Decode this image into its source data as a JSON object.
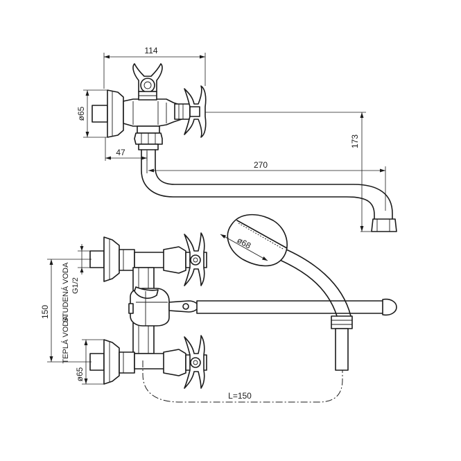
{
  "dimensions": {
    "top_width": "114",
    "flange_diameter_top": "ø65",
    "offset": "47",
    "spout_length": "270",
    "height": "173",
    "shower_diameter": "ø68",
    "spacing": "150",
    "thread": "G1/2",
    "flange_diameter_bottom": "ø65",
    "hose_length": "L=150"
  },
  "labels": {
    "cold_water": "STUDENÁ VODA",
    "hot_water": "TEPLÁ VODA"
  }
}
